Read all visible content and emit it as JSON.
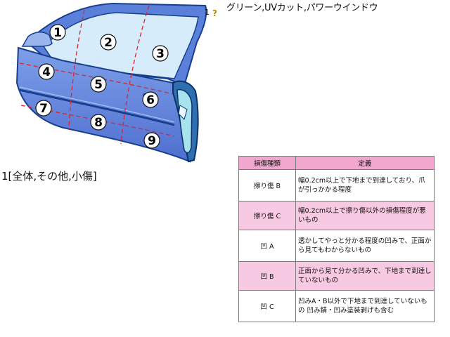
{
  "equipment_text": "グリーン,UVカット,パワーウインドウ",
  "note_marker": {
    "number": "1",
    "symbol": "?"
  },
  "caption": "1[全体,その他,小傷]",
  "regions": [
    "1",
    "2",
    "3",
    "4",
    "5",
    "6",
    "7",
    "8",
    "9"
  ],
  "legend": {
    "header_type": "損傷種類",
    "header_def": "定義",
    "rows": [
      {
        "type": "擦り傷 B",
        "def": "幅0.2cm以上で下地まで到達しており、爪が引っかかる程度"
      },
      {
        "type": "擦り傷 C",
        "def": "幅0.2cm以上で擦り傷以外の損傷程度が悪いもの"
      },
      {
        "type": "凹 A",
        "def": "透かしてやっと分かる程度の凹みで、正面から見てもわからないもの"
      },
      {
        "type": "凹 B",
        "def": "正面から見て分かる凹みで、下地まで到達していないもの"
      },
      {
        "type": "凹 C",
        "def": "凹みA・B以外で下地まで到達していないもの 凹み錆・凹み塗装剥げも含む"
      }
    ]
  },
  "colors": {
    "door_fill": "#6b8fe0",
    "door_outline": "#163f8f",
    "window_fill": "#d7ecfa",
    "zone_line": "#e0222d",
    "legend_pink": "#f8c9e2",
    "legend_header": "#f3a7cf"
  }
}
